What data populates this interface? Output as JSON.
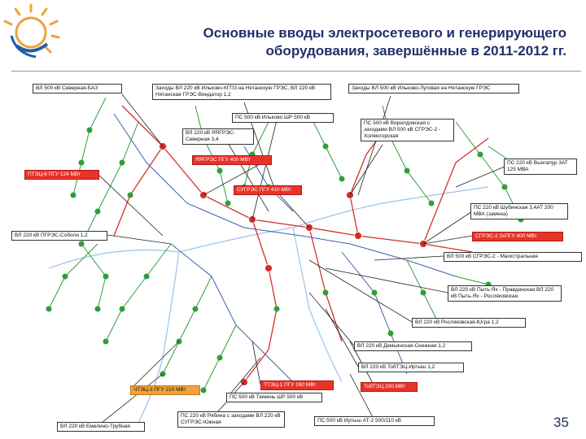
{
  "title": "Основные вводы электросетевого и генерирующего оборудования, завершённые в 2011-2012 гг.",
  "page_number": "35",
  "colors": {
    "title": "#1f2f6b",
    "grid_green": "#2f9e3a",
    "line_red": "#d3302a",
    "line_blue": "#3a5fb0",
    "label_red": "#e8332a",
    "label_orange": "#f2a23a"
  },
  "labels": {
    "l1": "ВЛ 500 кВ Северная-БАЗ",
    "l2": "Заходы ВЛ 220 кВ Ильково-КГПЗ на Нятанскую ГРЭС, ВЛ 220 кВ Нятанская ГРЭС-Вендатор 1,2",
    "l3": "Заходы ВЛ 500 кВ Ильково-Луговая на Нятанскую ГРЭС",
    "l4": "ПС 500 кВ Ильково ШР 500 кВ",
    "l5": "ПС 500 кВ Вирилдовская с заходами ВЛ 500 кВ СГРЭС-2 - Холмогорская",
    "l6": "ВЛ 220 кВ ЯЯГРЭС-Северная 3,4",
    "l7": "ЯЯГРЭС ПГУ 400 МВт",
    "l8": "ПС 220 кВ Вынгапур 3АТ 125 МВА",
    "l9": "ПТЭЦ-6 ПГУ 124 МВт",
    "l10": "СУГРЭС ПГУ 410 МВт",
    "l11": "ПС 220 кВ Шубинская 3,4АТ 200 МВА (замена)",
    "l12": "ВЛ 220 кВ ПГРЭС-Соболи 1,2",
    "l13": "СГРЭС-2 2хПГУ 400 МВт",
    "l14": "ВЛ 500 кВ СГРЭС-2 - Магистральная",
    "l15": "ВЛ 220 кВ Пыть-Ях - Правдинская ВЛ 220 кВ Пыть-Ях - Росляковская",
    "l16": "ВЛ 220 кВ Росляковская-Югра 1,2",
    "l17": "ВЛ 220 кВ Демьянская-Снежная 1,2",
    "l18": "ВЛ 220 кВ ТобТЭЦ-Иртыш 1,2",
    "l19": "ТТЭЦ-1 ПГУ 190 МВт",
    "l20": "ТобТЭЦ 200 МВт",
    "l21": "ЧТЭЦ-3 ПГУ 210 МВт",
    "l22": "ПС 500 кВ Тюмень ШР 500 кВ",
    "l23": "ВЛ 220 кВ Емелино-Трубная",
    "l24": "ПС 220 кВ Рябина с заходами ВЛ 220 кВ СУГРЭС-Южная",
    "l25": "ПС 500 кВ Иртыш АТ-2 500/110 кВ"
  }
}
